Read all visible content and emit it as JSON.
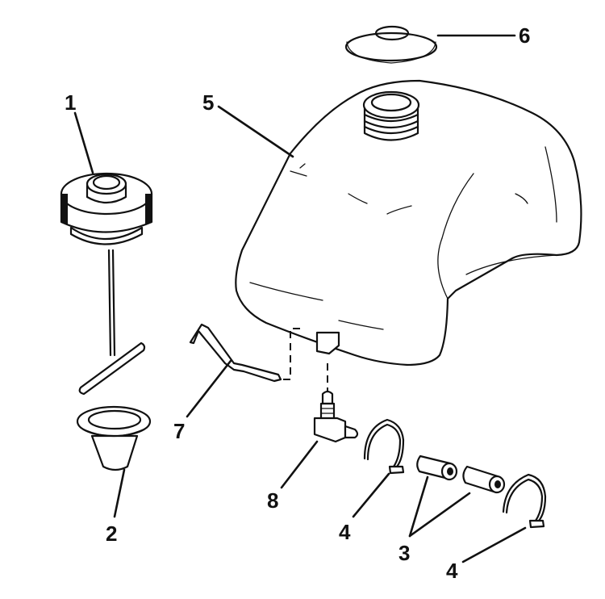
{
  "diagram": {
    "type": "exploded-parts-diagram",
    "subject": "fuel tank assembly",
    "background": "#ffffff",
    "ink": "#111111",
    "callouts": [
      {
        "id": "1",
        "label": "1",
        "part": "filler cap with fuel gauge rod"
      },
      {
        "id": "2",
        "label": "2",
        "part": "grommet"
      },
      {
        "id": "3a",
        "label": "3",
        "part": "fuel hose segments"
      },
      {
        "id": "4a",
        "label": "4",
        "part": "hose clamp"
      },
      {
        "id": "4b",
        "label": "4",
        "part": "hose clamp"
      },
      {
        "id": "5",
        "label": "5",
        "part": "fuel tank"
      },
      {
        "id": "6",
        "label": "6",
        "part": "washer / gasket"
      },
      {
        "id": "7",
        "label": "7",
        "part": "bracket"
      },
      {
        "id": "8",
        "label": "8",
        "part": "elbow fitting"
      }
    ]
  }
}
